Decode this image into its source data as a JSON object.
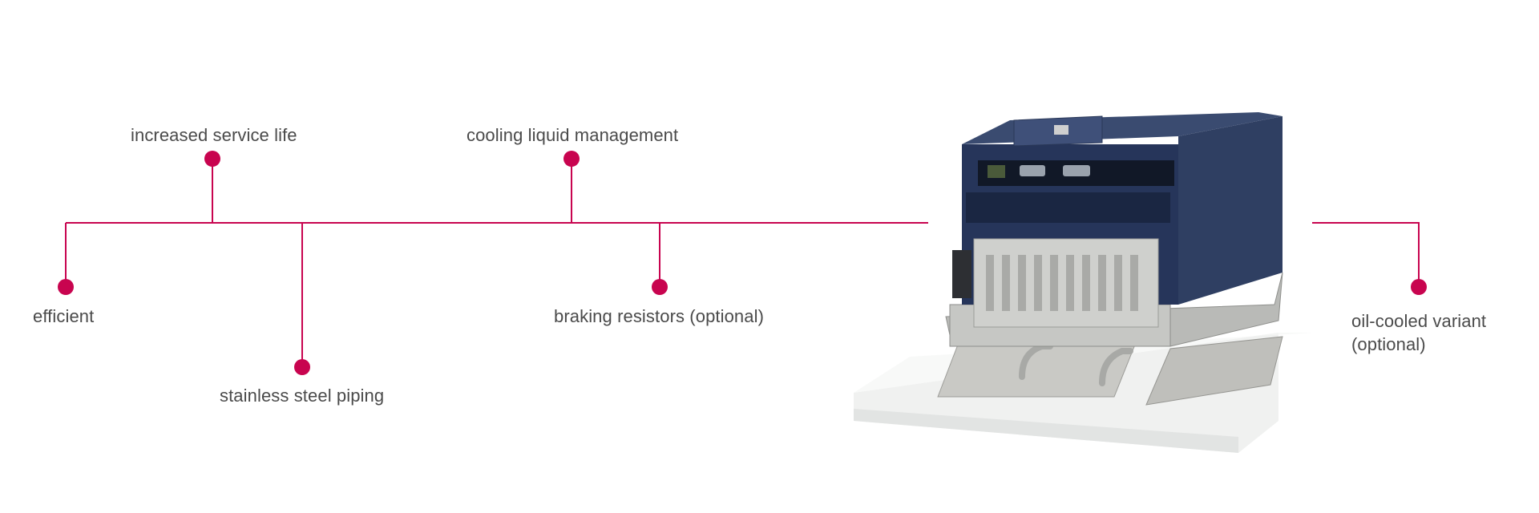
{
  "accent_color": "#c8044f",
  "features": [
    {
      "id": "increased-service-life",
      "label": "increased service life"
    },
    {
      "id": "cooling-liquid-management",
      "label": "cooling liquid management"
    },
    {
      "id": "efficient",
      "label": "efficient"
    },
    {
      "id": "braking-resistors",
      "label": "braking resistors (optional)"
    },
    {
      "id": "stainless-steel-piping",
      "label": "stainless steel piping"
    },
    {
      "id": "oil-cooled-variant",
      "label": "oil-cooled variant (optional)"
    }
  ],
  "product_image": "oil-cooled-frequency-inverter-on-mounting-plate"
}
